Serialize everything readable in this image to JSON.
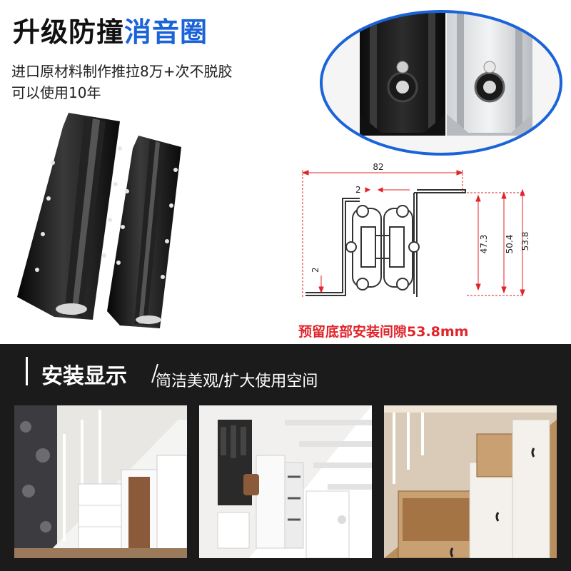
{
  "header": {
    "title_part1": "升级防撞",
    "title_part2": "消音圈",
    "subtitle_line1": "进口原材料制作推拉8万+次不脱胶",
    "subtitle_line2": "可以使用10年"
  },
  "diagram": {
    "dims": {
      "width": "82",
      "gap": "2",
      "thickness": "2",
      "h1": "47.3",
      "h2": "50.4",
      "h3": "53.8"
    },
    "caption": "预留底部安装间隙53.8mm"
  },
  "section": {
    "title": "安装显示",
    "subtitle": "简洁美观/扩大使用空间"
  },
  "colors": {
    "accent_blue": "#1a63d8",
    "accent_red": "#e0242a",
    "dark_band": "#1b1b1b"
  }
}
